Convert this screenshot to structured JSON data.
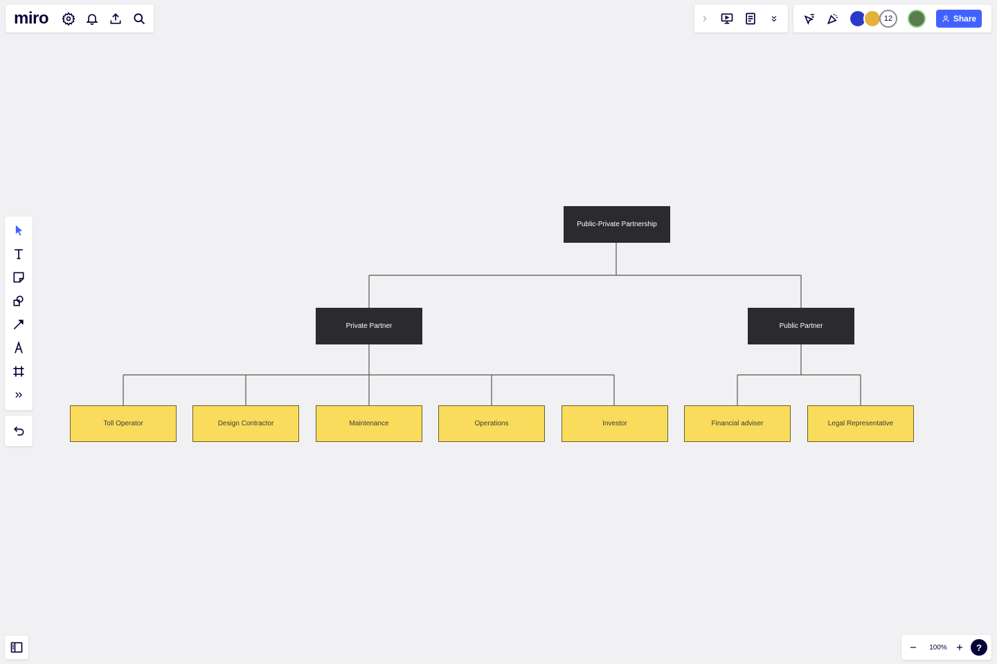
{
  "app": {
    "logo": "miro"
  },
  "toolbar": {
    "settings_icon": "gear-icon",
    "notifications_icon": "bell-icon",
    "export_icon": "upload-icon",
    "search_icon": "search-icon"
  },
  "collab": {
    "extra_count": "12",
    "share_label": "Share",
    "accent_color": "#4262ff"
  },
  "zoom": {
    "value": "100%",
    "help": "?"
  },
  "diagram": {
    "root": "Public-Private Partnership",
    "private_partner": "Private Partner",
    "public_partner": "Public Partner",
    "private_children": [
      "Toll Operator",
      "Design Contractor",
      "Maintenance",
      "Operations",
      "Investor"
    ],
    "public_children": [
      "Financial adviser",
      "Legal Representative"
    ],
    "dark_color": "#2b2b2f",
    "yellow_color": "#f9dc5c"
  }
}
